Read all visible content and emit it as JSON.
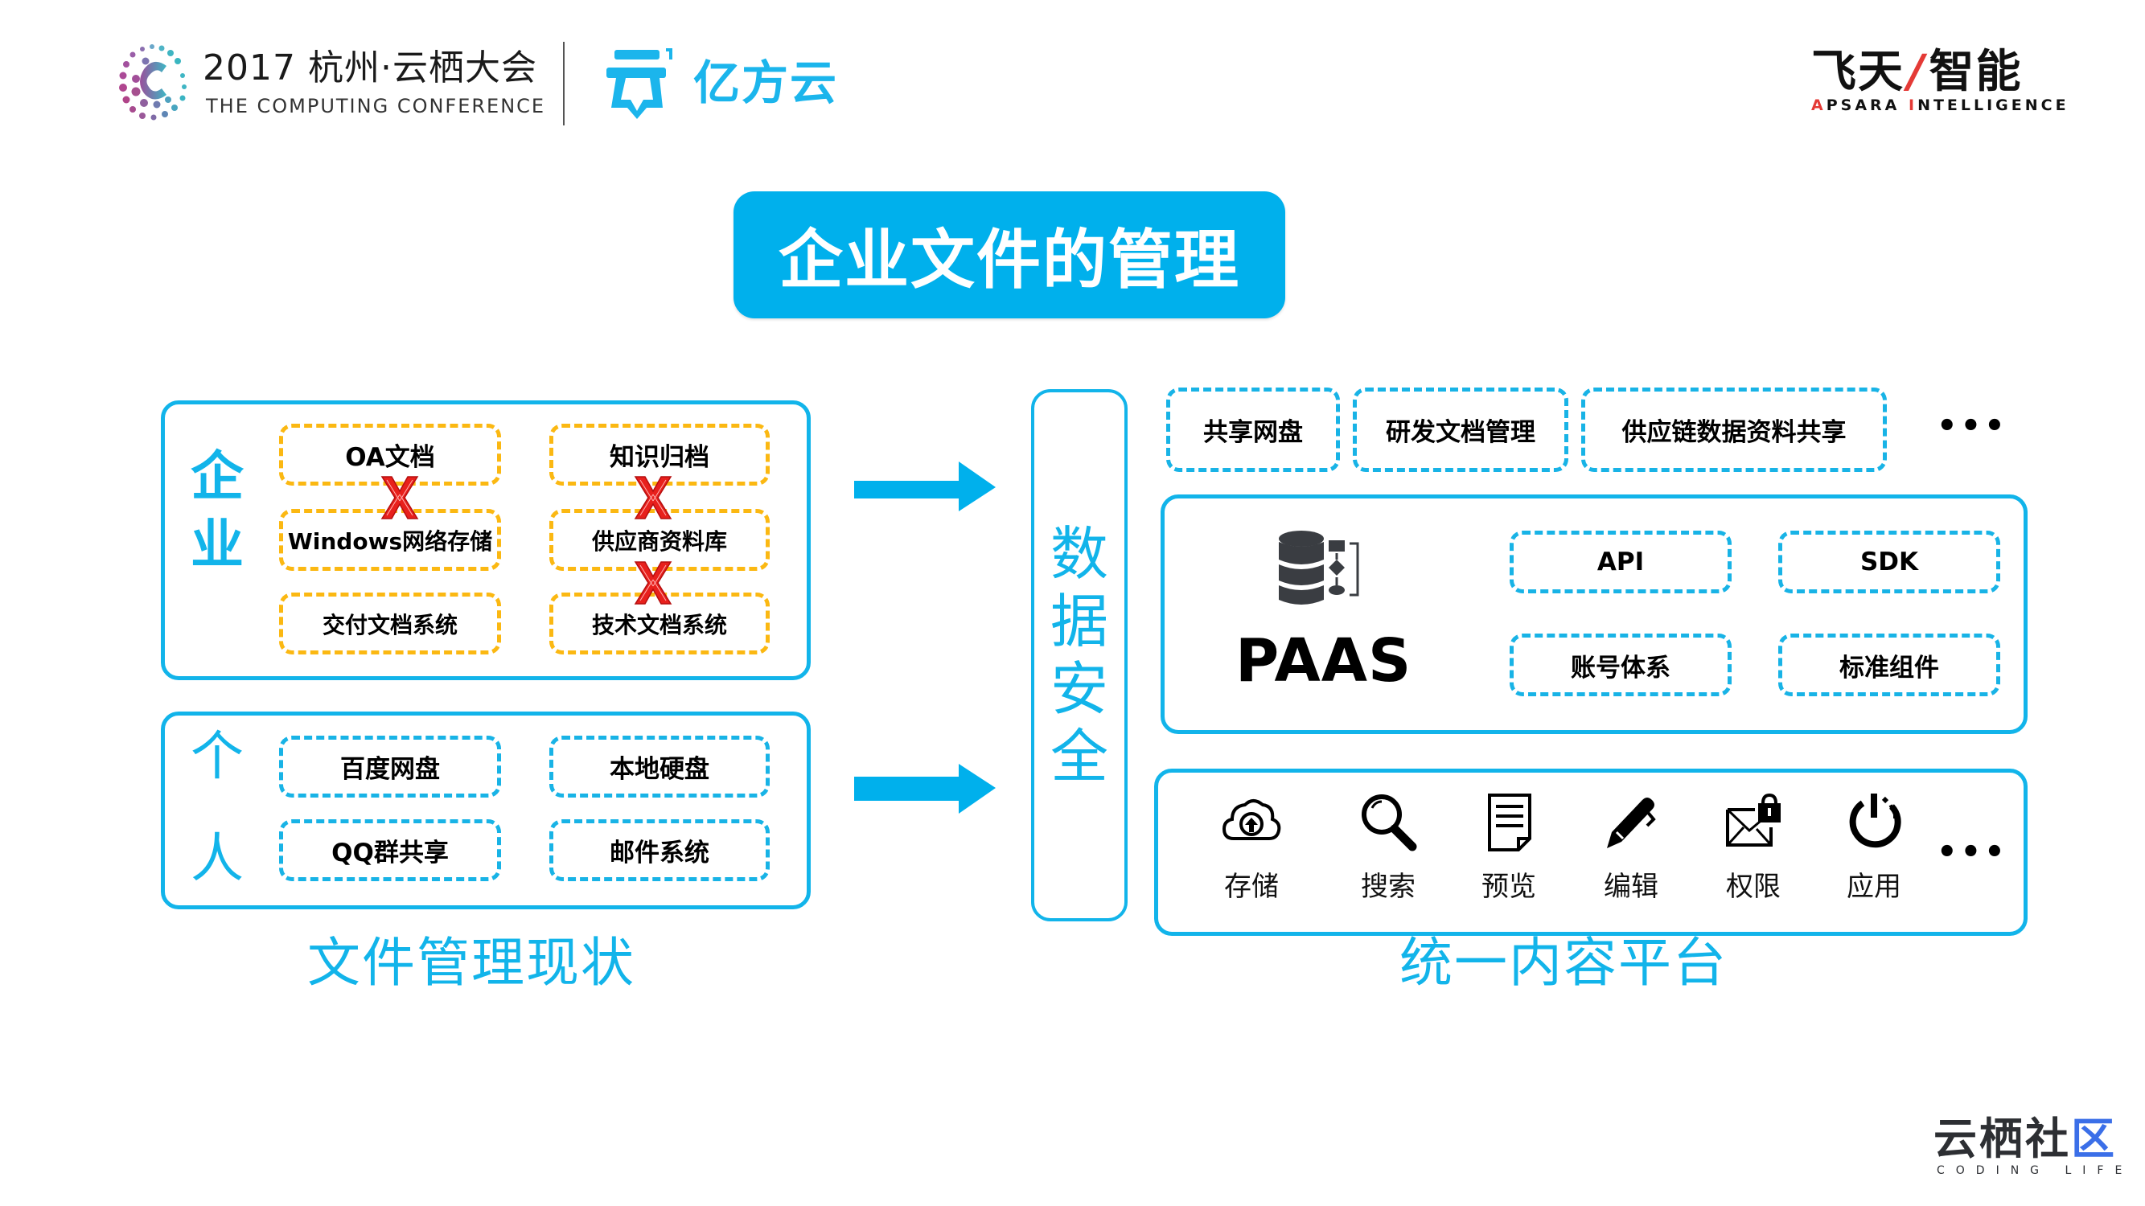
{
  "header": {
    "conference_title": "2017 杭州·云栖大会",
    "conference_subtitle": "THE COMPUTING CONFERENCE",
    "partner_logo_text": "亿方云",
    "apsara_cn_left": "飞天",
    "apsara_cn_slash": "/",
    "apsara_cn_right": "智能",
    "apsara_en_a": "A",
    "apsara_en_psara": "PSARA ",
    "apsara_en_i": "I",
    "apsara_en_ntelligence": "NTELLIGENCE"
  },
  "title": "企业文件的管理",
  "left": {
    "enterprise": {
      "label_chars": [
        "企",
        "业"
      ],
      "items": [
        "OA文档",
        "知识归档",
        "Windows网络存储",
        "供应商资料库",
        "交付文档系统",
        "技术文档系统"
      ],
      "border_color": "#fbb812",
      "cross_mark_color": "#e8201c"
    },
    "personal": {
      "label_chars": [
        "个",
        "人"
      ],
      "items": [
        "百度网盘",
        "本地硬盘",
        "QQ群共享",
        "邮件系统"
      ]
    },
    "caption": "文件管理现状"
  },
  "security": {
    "label_chars": [
      "数",
      "据",
      "安",
      "全"
    ]
  },
  "right": {
    "top_row": [
      "共享网盘",
      "研发文档管理",
      "供应链数据资料共享"
    ],
    "top_more": "•••",
    "paas": {
      "label": "PAAS",
      "icon": "database-flow-icon",
      "items": [
        "API",
        "SDK",
        "账号体系",
        "标准组件"
      ]
    },
    "tools": [
      {
        "label": "存储",
        "icon": "cloud-upload-icon"
      },
      {
        "label": "搜索",
        "icon": "magnifier-icon"
      },
      {
        "label": "预览",
        "icon": "document-icon"
      },
      {
        "label": "编辑",
        "icon": "pen-icon"
      },
      {
        "label": "权限",
        "icon": "mail-lock-icon"
      },
      {
        "label": "应用",
        "icon": "power-icon"
      }
    ],
    "tools_more": "•••",
    "caption": "统一内容平台"
  },
  "footer": {
    "community_cn_main": "云栖社",
    "community_cn_last": "区",
    "community_en": "CODING LIFE"
  },
  "colors": {
    "accent": "#12b4ea",
    "title_bg": "#00b0ec",
    "yellow_dash": "#fbb812",
    "cross_red": "#e8201c"
  }
}
